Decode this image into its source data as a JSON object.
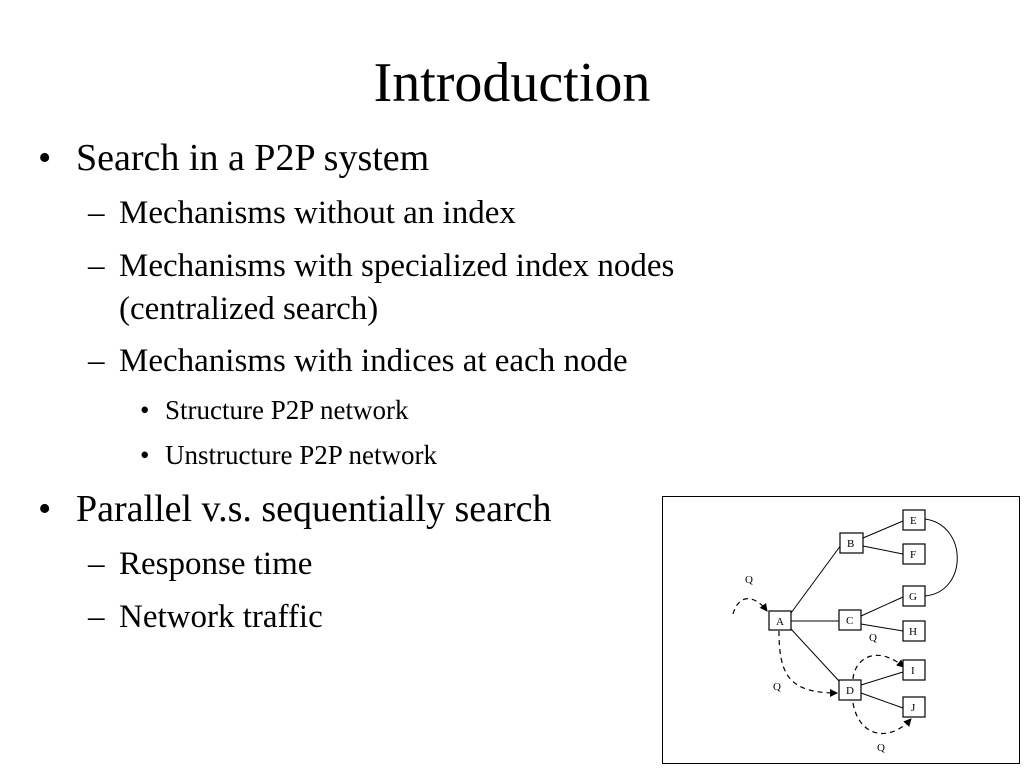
{
  "slide": {
    "title": "Introduction",
    "bullets": [
      {
        "text": "Search in a P2P system",
        "sub": [
          {
            "text": "Mechanisms without an index"
          },
          {
            "text": "Mechanisms with specialized index nodes",
            "text2": "(centralized search)"
          },
          {
            "text": "Mechanisms with indices at each node",
            "sub": [
              {
                "text": "Structure P2P network"
              },
              {
                "text": "Unstructure P2P network"
              }
            ]
          }
        ]
      },
      {
        "text": "Parallel v.s. sequentially search",
        "sub": [
          {
            "text": "Response time"
          },
          {
            "text": "Network traffic"
          }
        ]
      }
    ],
    "bullet_glyph": "•",
    "dash_glyph": "–"
  },
  "diagram": {
    "nodes": {
      "A": "A",
      "B": "B",
      "C": "C",
      "D": "D",
      "E": "E",
      "F": "F",
      "G": "G",
      "H": "H",
      "I": "I",
      "J": "J"
    },
    "query_label": "Q"
  }
}
